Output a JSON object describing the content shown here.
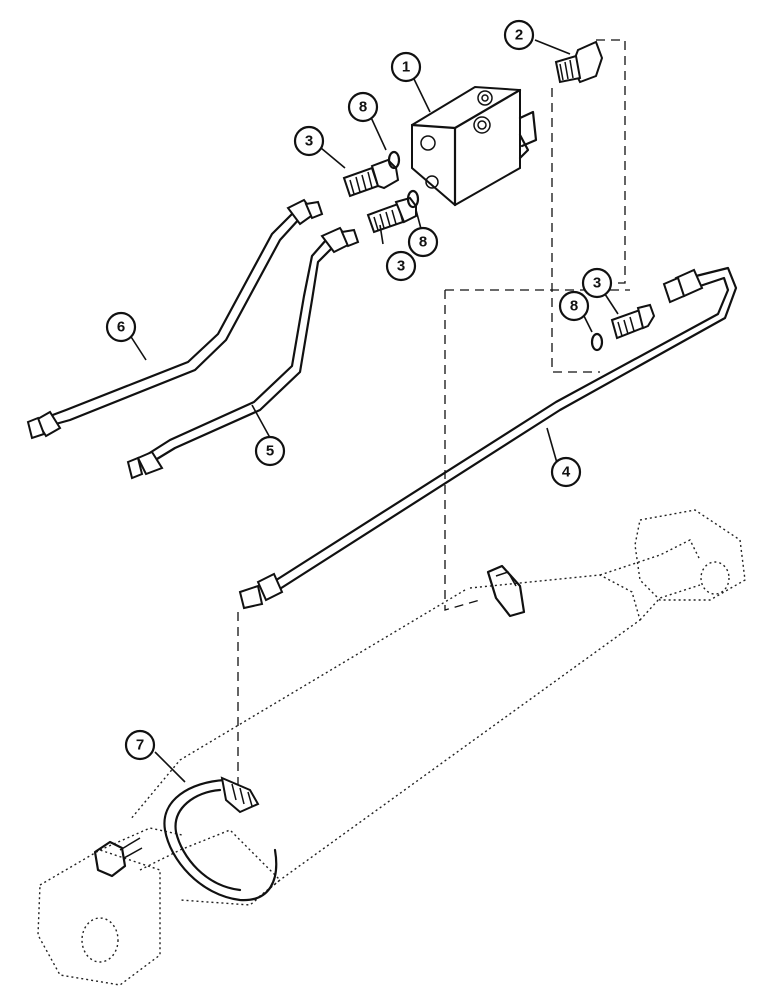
{
  "callouts": [
    {
      "id": "c1",
      "label": "1"
    },
    {
      "id": "c2",
      "label": "2"
    },
    {
      "id": "c3a",
      "label": "3"
    },
    {
      "id": "c3b",
      "label": "3"
    },
    {
      "id": "c3c",
      "label": "3"
    },
    {
      "id": "c4",
      "label": "4"
    },
    {
      "id": "c5",
      "label": "5"
    },
    {
      "id": "c6",
      "label": "6"
    },
    {
      "id": "c7",
      "label": "7"
    },
    {
      "id": "c8a",
      "label": "8"
    },
    {
      "id": "c8b",
      "label": "8"
    },
    {
      "id": "c8c",
      "label": "8"
    }
  ],
  "colors": {
    "line": "#111111",
    "background": "#ffffff"
  }
}
